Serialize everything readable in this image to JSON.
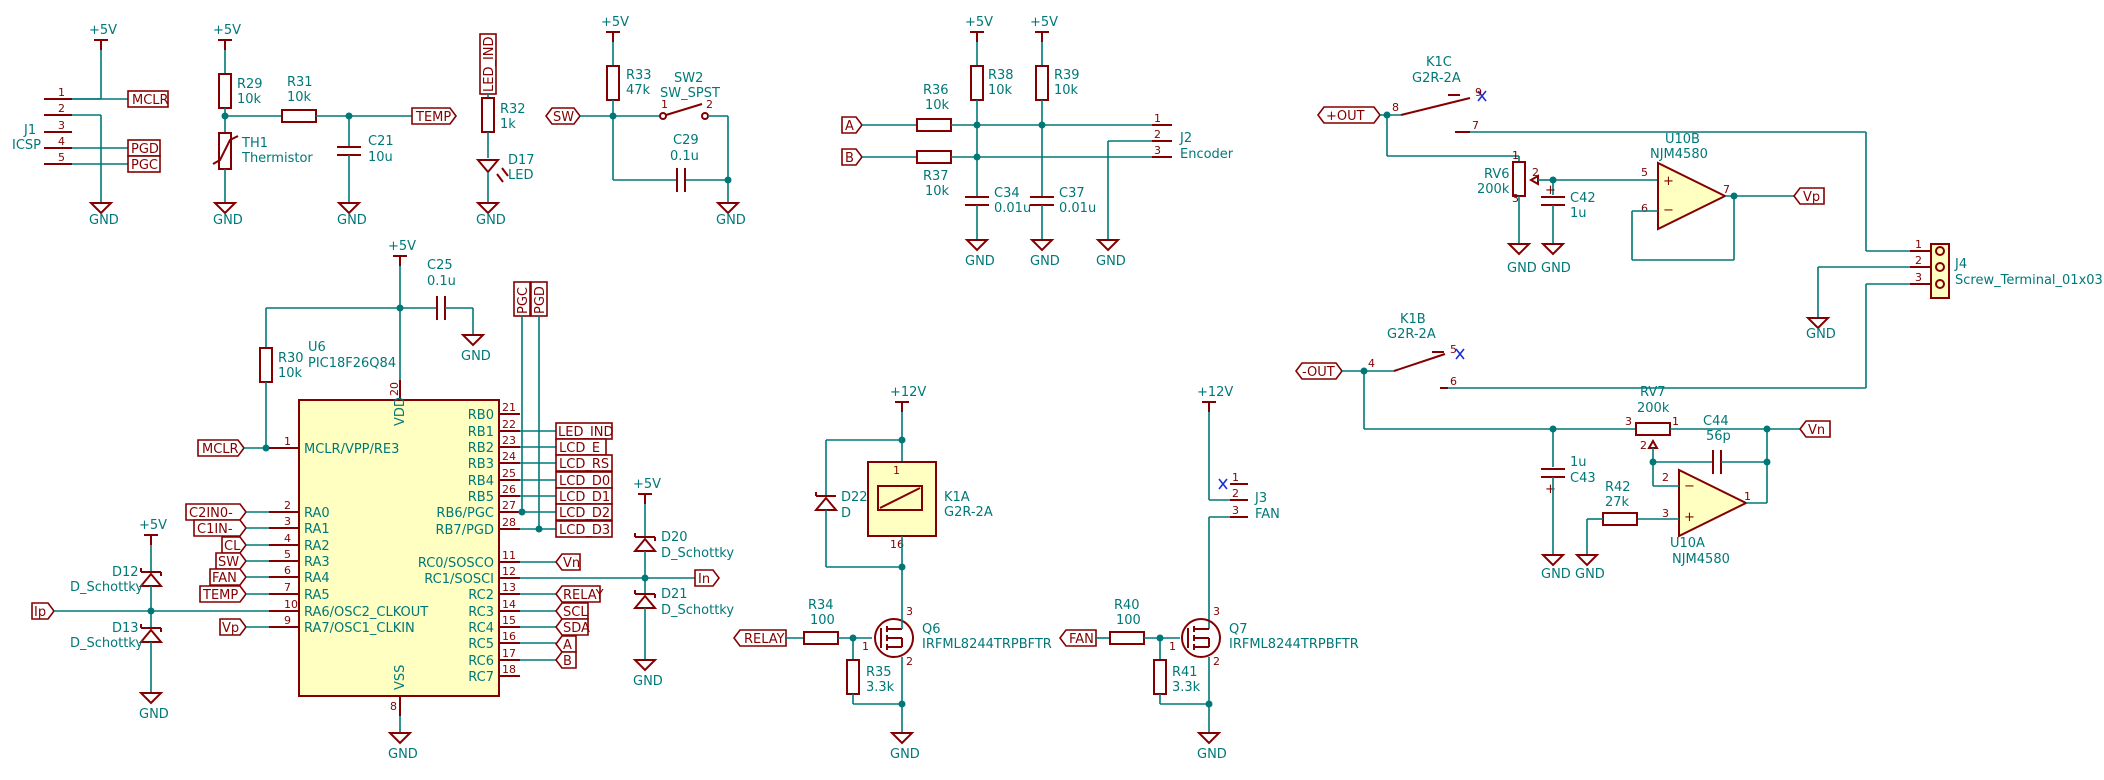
{
  "rails": {
    "p5": "+5V",
    "p12": "+12V",
    "gnd": "GND"
  },
  "j1": {
    "ref": "J1",
    "val": "ICSP",
    "pins": [
      "1",
      "2",
      "3",
      "4",
      "5"
    ]
  },
  "th1": {
    "r29": "R29",
    "r29v": "10k",
    "ref": "TH1",
    "val": "Thermistor",
    "r31": "R31",
    "r31v": "10k",
    "c21": "C21",
    "c21v": "10u"
  },
  "led": {
    "r32": "R32",
    "r32v": "1k",
    "ref": "D17",
    "val": "LED"
  },
  "sw2": {
    "r33": "R33",
    "r33v": "47k",
    "ref": "SW2",
    "val": "SW_SPST",
    "c29": "C29",
    "c29v": "0.1u",
    "p1": "1",
    "p2": "2"
  },
  "enc": {
    "r36": "R36",
    "r36v": "10k",
    "r37": "R37",
    "r37v": "10k",
    "r38": "R38",
    "r38v": "10k",
    "r39": "R39",
    "r39v": "10k",
    "c34": "C34",
    "c34v": "0.01u",
    "c37": "C37",
    "c37v": "0.01u",
    "ref": "J2",
    "val": "Encoder",
    "pins": [
      "1",
      "2",
      "3"
    ]
  },
  "u6": {
    "ref": "U6",
    "val": "PIC18F26Q84",
    "r30": "R30",
    "r30v": "10k",
    "c25": "C25",
    "c25v": "0.1u",
    "vdd": "VDD",
    "vss": "VSS",
    "vddpin": "20",
    "vsspin": "8",
    "left": [
      {
        "pin": "1",
        "name": "MCLR/VPP/RE3"
      },
      {
        "pin": "2",
        "name": "RA0"
      },
      {
        "pin": "3",
        "name": "RA1"
      },
      {
        "pin": "4",
        "name": "RA2"
      },
      {
        "pin": "5",
        "name": "RA3"
      },
      {
        "pin": "6",
        "name": "RA4"
      },
      {
        "pin": "7",
        "name": "RA5"
      },
      {
        "pin": "10",
        "name": "RA6/OSC2_CLKOUT"
      },
      {
        "pin": "9",
        "name": "RA7/OSC1_CLKIN"
      }
    ],
    "right": [
      {
        "pin": "21",
        "name": "RB0"
      },
      {
        "pin": "22",
        "name": "RB1"
      },
      {
        "pin": "23",
        "name": "RB2"
      },
      {
        "pin": "24",
        "name": "RB3"
      },
      {
        "pin": "25",
        "name": "RB4"
      },
      {
        "pin": "26",
        "name": "RB5"
      },
      {
        "pin": "27",
        "name": "RB6/PGC"
      },
      {
        "pin": "28",
        "name": "RB7/PGD"
      },
      {
        "pin": "11",
        "name": "RC0/SOSCO"
      },
      {
        "pin": "12",
        "name": "RC1/SOSCI"
      },
      {
        "pin": "13",
        "name": "RC2"
      },
      {
        "pin": "14",
        "name": "RC3"
      },
      {
        "pin": "15",
        "name": "RC4"
      },
      {
        "pin": "16",
        "name": "RC5"
      },
      {
        "pin": "17",
        "name": "RC6"
      },
      {
        "pin": "18",
        "name": "RC7"
      }
    ]
  },
  "diodes": {
    "d12": "D12",
    "d13": "D13",
    "d20": "D20",
    "d21": "D21",
    "val": "D_Schottky"
  },
  "relay": {
    "ref": "K1A",
    "val": "G2R-2A",
    "d22": "D22",
    "d22v": "D",
    "r34": "R34",
    "r34v": "100",
    "r35": "R35",
    "r35v": "3.3k",
    "q6": "Q6",
    "qv": "IRFML8244TRPBFTR",
    "p1": "1",
    "p2": "2",
    "p3": "3"
  },
  "fan": {
    "ref": "J3",
    "val": "FAN",
    "pins": [
      "1",
      "2",
      "3"
    ],
    "r40": "R40",
    "r40v": "100",
    "r41": "R41",
    "r41v": "3.3k",
    "q7": "Q7",
    "qv": "IRFML8244TRPBFTR",
    "p1": "1",
    "p2": "2",
    "p3": "3"
  },
  "amp": {
    "k1c": "K1C",
    "k1b": "K1B",
    "kval": "G2R-2A",
    "k1c_pins": [
      "8",
      "9",
      "7"
    ],
    "k1b_pins": [
      "4",
      "5",
      "6"
    ],
    "rv6": "RV6",
    "rv6v": "200k",
    "c42": "C42",
    "c42v": "1u",
    "u10b": "U10B",
    "uval": "NJM4580",
    "u10a": "U10A",
    "u10b_pins": [
      "5",
      "6",
      "7"
    ],
    "u10a_pins": [
      "2",
      "3",
      "1"
    ],
    "rv6_pins": [
      "1",
      "2",
      "3"
    ],
    "rv7_pins": [
      "3",
      "2",
      "1"
    ],
    "j4": "J4",
    "j4v": "Screw_Terminal_01x03",
    "j4_pins": [
      "1",
      "2",
      "3"
    ],
    "rv7": "RV7",
    "rv7v": "200k",
    "c44": "C44",
    "c44v": "56p",
    "c43": "C43",
    "c43v": "1u",
    "r42": "R42",
    "r42v": "27k"
  },
  "nets": {
    "mclr": "MCLR",
    "pgd": "PGD",
    "pgc": "PGC",
    "temp": "TEMP",
    "led_ind": "LED_IND",
    "sw": "SW",
    "a": "A",
    "b": "B",
    "c2in0": "C2IN0-",
    "c1in": "C1IN-",
    "cl": "CL",
    "fan": "FAN",
    "ip": "Ip",
    "vp": "Vp",
    "vn": "Vn",
    "in": "In",
    "lcd_e": "LCD_E",
    "lcd_rs": "LCD_RS",
    "lcd_d0": "LCD_D0",
    "lcd_d1": "LCD_D1",
    "lcd_d2": "LCD_D2",
    "lcd_d3": "LCD_D3",
    "relay": "RELAY",
    "scl": "SCL",
    "sda": "SDA",
    "pout": "+OUT",
    "nout": "-OUT"
  }
}
